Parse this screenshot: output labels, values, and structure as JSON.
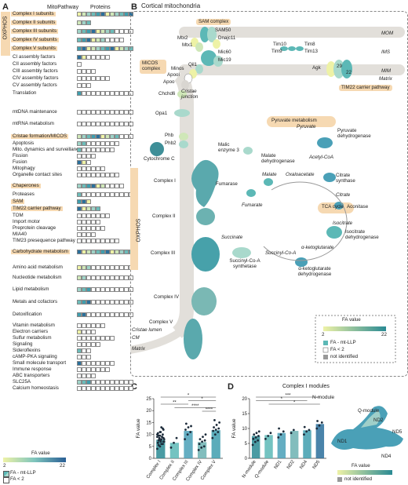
{
  "panels": {
    "A": "A",
    "B": "B",
    "C": "C",
    "D": "D"
  },
  "panelA": {
    "col_mitopathway": "MitoPathway",
    "col_proteins": "Proteins",
    "oxphos_label": "OXPHOS",
    "rows": [
      {
        "label": "Complex I subunits",
        "highlight": true,
        "filled": 12,
        "total": 12
      },
      {
        "label": "Complex II subunits",
        "highlight": true,
        "filled": 3,
        "total": 3
      },
      {
        "label": "Complex III subunits",
        "highlight": true,
        "filled": 8,
        "total": 12
      },
      {
        "label": "Complex IV subunits",
        "highlight": true,
        "filled": 6,
        "total": 10
      },
      {
        "label": "Complex V subunits",
        "highlight": true,
        "filled": 12,
        "total": 12
      },
      {
        "label": "CI assembly factors",
        "highlight": false,
        "filled": 2,
        "total": 7
      },
      {
        "label": "CII assembly factors",
        "highlight": false,
        "filled": 0,
        "total": 1
      },
      {
        "label": "CIII assembly factors",
        "highlight": false,
        "filled": 0,
        "total": 4
      },
      {
        "label": "CIV assembly factors",
        "highlight": false,
        "filled": 0,
        "total": 7
      },
      {
        "label": "CV assembly factors",
        "highlight": false,
        "filled": 0,
        "total": 3
      },
      {
        "label": "Translation",
        "highlight": false,
        "filled": 1,
        "total": 12
      },
      {
        "label": "mtDNA maintenance",
        "highlight": false,
        "filled": 0,
        "total": 12
      },
      {
        "label": "mtRNA metabolism",
        "highlight": false,
        "filled": 0,
        "total": 12
      },
      {
        "label": "Cristae formation/MICOS",
        "highlight": true,
        "filled": 9,
        "total": 12
      },
      {
        "label": "Apoptosis",
        "highlight": false,
        "filled": 2,
        "total": 9
      },
      {
        "label": "Mito. dynamics and surveillance",
        "highlight": false,
        "filled": 1,
        "total": 8
      },
      {
        "label": "Fission",
        "highlight": false,
        "filled": 0,
        "total": 4
      },
      {
        "label": "Fusion",
        "highlight": false,
        "filled": 2,
        "total": 3
      },
      {
        "label": "Mitophagy",
        "highlight": false,
        "filled": 0,
        "total": 6
      },
      {
        "label": "Organelle contact sites",
        "highlight": false,
        "filled": 0,
        "total": 9
      },
      {
        "label": "Chaperones",
        "highlight": true,
        "filled": 6,
        "total": 10
      },
      {
        "label": "Proteases",
        "highlight": false,
        "filled": 1,
        "total": 12
      },
      {
        "label": "SAM",
        "highlight": true,
        "filled": 3,
        "total": 3
      },
      {
        "label": "TIM22 carrier pathway",
        "highlight": true,
        "filled": 5,
        "total": 5
      },
      {
        "label": "TOM",
        "highlight": false,
        "filled": 0,
        "total": 7
      },
      {
        "label": "Import motor",
        "highlight": false,
        "filled": 0,
        "total": 5
      },
      {
        "label": "Preprotein cleavage",
        "highlight": false,
        "filled": 0,
        "total": 6
      },
      {
        "label": "MIA40",
        "highlight": false,
        "filled": 0,
        "total": 4
      },
      {
        "label": "TIM23 presequence pathway",
        "highlight": false,
        "filled": 0,
        "total": 9
      },
      {
        "label": "Carbohydrate metabolism",
        "highlight": true,
        "filled": 12,
        "total": 12
      },
      {
        "label": "Amino acid metabolism",
        "highlight": false,
        "filled": 3,
        "total": 12
      },
      {
        "label": "Nucleotide metabolism",
        "highlight": false,
        "filled": 2,
        "total": 12
      },
      {
        "label": "Lipid metabolism",
        "highlight": false,
        "filled": 3,
        "total": 12
      },
      {
        "label": "Metals and cofactors",
        "highlight": false,
        "filled": 3,
        "total": 12
      },
      {
        "label": "Detoxification",
        "highlight": false,
        "filled": 2,
        "total": 12
      },
      {
        "label": "Vitamin metabolism",
        "highlight": false,
        "filled": 0,
        "total": 6
      },
      {
        "label": "Electron carriers",
        "highlight": false,
        "filled": 1,
        "total": 4
      },
      {
        "label": "Sulfur metabolism",
        "highlight": false,
        "filled": 0,
        "total": 8
      },
      {
        "label": "Signaling",
        "highlight": false,
        "filled": 0,
        "total": 5
      },
      {
        "label": "Sideroflexins",
        "highlight": false,
        "filled": 1,
        "total": 3
      },
      {
        "label": "cAMP-PKA signaling",
        "highlight": false,
        "filled": 0,
        "total": 3
      },
      {
        "label": "Small molecule transport",
        "highlight": false,
        "filled": 1,
        "total": 8
      },
      {
        "label": "Immune response",
        "highlight": false,
        "filled": 0,
        "total": 7
      },
      {
        "label": "ABC transporters",
        "highlight": false,
        "filled": 0,
        "total": 4
      },
      {
        "label": "SLC25A",
        "highlight": false,
        "filled": 3,
        "total": 12
      },
      {
        "label": "Calcium homeostasis",
        "highlight": false,
        "filled": 0,
        "total": 12
      }
    ],
    "legend": {
      "title": "FA value",
      "min": "2",
      "max": "22",
      "mt_llp": "FA - mt-LLP",
      "lt2": "FA < 2"
    }
  },
  "panelB": {
    "title": "Cortical mitochondria",
    "membranes": {
      "mom": "MOM",
      "ims": "IMS",
      "mim": "MIM",
      "matrix": "Matrix"
    },
    "sam_complex": "SAM complex",
    "micos_complex": "MICOS complex",
    "tim22": "TIM22 carrier pathway",
    "cristae_junction": "Cristae junction",
    "proteins": {
      "sam50": "SAM50",
      "mtx2": "Mtx2",
      "mtx1": "Mtx1",
      "dnajc11": "Dnajc11",
      "mic60": "Mic60",
      "mic19": "Mic19",
      "qil1": "Qil1",
      "minos": "Minos",
      "apool": "Apool",
      "apoo": "Apoo",
      "chchd6": "Chchd6",
      "opa1": "Opa1",
      "tim10": "Tim10",
      "tim9": "Tim9",
      "tim8": "Tim8",
      "tim13": "Tim13",
      "agk": "Agk",
      "t29": "29",
      "t22": "22",
      "phb": "Phb",
      "phb2": "Phb2"
    },
    "cytochrome_c": "Cytochrome C",
    "complexes": [
      "Complex I",
      "Complex II",
      "Complex III",
      "Complex IV",
      "Complex V"
    ],
    "oxphos": "OXPHOS",
    "cristae_lumen": "Cristae lumen",
    "cm": "CM",
    "matrix2": "Matrix",
    "pyruvate_metabolism": "Pyruvate metabolism",
    "tca_cycle": "TCA cycle",
    "enzymes": {
      "pdh": "Pyruvate dehydrogenase",
      "me3": "Malic enzyme 3",
      "mdh": "Malate dehydrogenase",
      "fum": "Fumarase",
      "cs": "Citrate synthase",
      "aco": "Aconitase",
      "idh": "Isocitrate dehydrogenase",
      "scs": "Succinyl-Co-A synthetase",
      "ogdh": "α-ketoglutarate dehydrogenase"
    },
    "metabolites": {
      "pyruvate": "Pyruvate",
      "acetyl": "Acetyl-CoA",
      "malate": "Malate",
      "oxalo": "Oxaloacetate",
      "fumarate": "Fumarate",
      "citrate": "Citrate",
      "isocitrate": "Isocitrate",
      "akg": "α-ketoglutarate",
      "succcoa": "Succinyl-Co-A",
      "succinate": "Succinate"
    },
    "legend": {
      "title": "FA value",
      "min": "2",
      "max": "22",
      "mt_llp": "FA - mt-LLP",
      "lt2": "FA < 2",
      "ni": "not identified"
    }
  },
  "chart_data": [
    {
      "type": "scatter",
      "panel": "C",
      "ylabel": "FA value",
      "ylim": [
        0,
        25
      ],
      "yticks": [
        0,
        5,
        10,
        15,
        20,
        25
      ],
      "categories": [
        "Complex I",
        "Complex II",
        "Complex III",
        "Complex IV",
        "Complex V"
      ],
      "means": [
        7.8,
        6.5,
        11.5,
        6.8,
        11.8
      ],
      "points": [
        [
          4,
          5,
          6,
          6.5,
          7,
          7,
          7.5,
          8,
          8,
          8.5,
          9,
          9,
          9.5,
          10,
          10.5,
          11,
          12,
          5.5,
          6,
          7,
          8,
          9,
          10,
          11,
          12.5,
          6.5,
          7.5,
          8.5,
          9.5,
          13
        ],
        [
          4.5,
          6.5,
          8.5
        ],
        [
          8,
          10,
          11,
          12,
          13,
          13.5,
          14.5
        ],
        [
          3.5,
          4.5,
          5,
          6,
          7,
          7.5,
          8,
          9,
          10
        ],
        [
          8.5,
          10,
          11,
          11.5,
          12,
          12.5,
          13,
          14,
          15,
          16
        ]
      ],
      "significance": [
        "*",
        "*",
        "**",
        "****",
        "****"
      ]
    },
    {
      "type": "scatter",
      "panel": "D",
      "title": "Complex I modules",
      "ylabel": "FA value",
      "ylim": [
        0,
        20
      ],
      "yticks": [
        0,
        5,
        10,
        15,
        20
      ],
      "categories": [
        "N-module",
        "Q-module",
        "ND1",
        "ND2",
        "ND4",
        "ND5"
      ],
      "means": [
        7.5,
        7.8,
        8.5,
        9.2,
        9.4,
        11.5
      ],
      "points": [
        [
          4.5,
          5.5,
          6,
          6.5,
          7,
          7.5,
          8,
          8.5,
          9
        ],
        [
          6.5,
          7.5,
          8.5
        ],
        [
          7,
          8,
          9,
          10
        ],
        [
          8.5,
          9.5
        ],
        [
          8,
          9,
          9.5,
          10.5
        ],
        [
          10,
          11,
          12,
          12.5
        ]
      ],
      "significance": [
        "***",
        "*",
        "*"
      ],
      "structure_labels": [
        "N-module",
        "Q-module",
        "ND2",
        "ND5",
        "ND1",
        "ND4"
      ],
      "legend": {
        "title": "FA value",
        "ni": "not identified"
      }
    }
  ],
  "colors": {
    "highlight": "#f6d9b2",
    "teal_dark": "#2a8a93",
    "teal_mid": "#5cb8b6",
    "teal_light": "#a9d9cc",
    "yellow": "#eef2a6",
    "membrane": "#d9d6d1",
    "bar": "#4aa0b7"
  }
}
